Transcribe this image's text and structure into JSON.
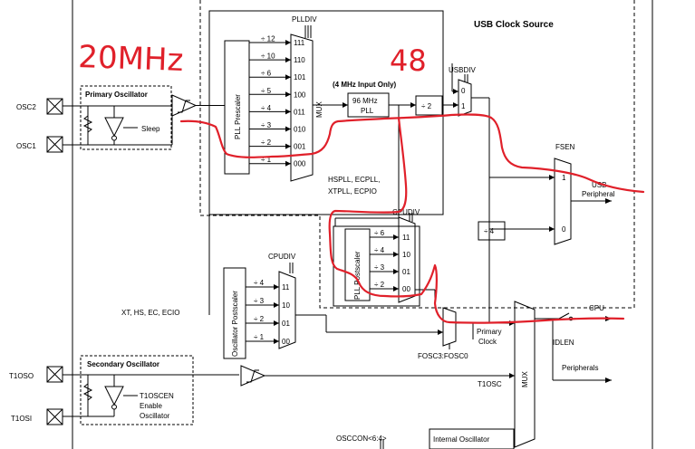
{
  "labels": {
    "usb_clock_source": "USB Clock Source",
    "plldiv": "PLLDIV",
    "primary_oscillator": "Primary Oscillator",
    "sleep": "Sleep",
    "osc2": "OSC2",
    "osc1": "OSC1",
    "pll_prescaler": "PLL Prescaler",
    "mux": "MUX",
    "four_mhz": "(4 MHz Input Only)",
    "pll_96_line1": "96 MHz",
    "pll_96_line2": "PLL",
    "div2": "÷ 2",
    "usbdiv": "USBDIV",
    "usbdiv_0": "0",
    "usbdiv_1": "1",
    "fsen": "FSEN",
    "fsen_1": "1",
    "fsen_0": "0",
    "usb_line1": "USB",
    "usb_line2": "Peripheral",
    "hspll_line1": "HSPLL, ECPLL,",
    "hspll_line2": "XTPLL, ECPIO",
    "cpudiv_top": "CPUDIV",
    "pll_postscaler": "PLL Postscaler",
    "div4": "÷ 4",
    "cpudiv_left": "CPUDIV",
    "osc_postscaler": "Oscillator Postscaler",
    "xt_hs": "XT, HS, EC, ECIO",
    "primary_clock_line1": "Primary",
    "primary_clock_line2": "Clock",
    "fosc": "FOSC3:FOSC0",
    "idlen": "IDLEN",
    "cpu": "CPU",
    "peripherals": "Peripherals",
    "t1osc": "T1OSC",
    "secondary_oscillator": "Secondary Oscillator",
    "t1oso": "T1OSO",
    "t1osi": "T1OSI",
    "t1oscen_line1": "T1OSCEN",
    "t1oscen_line2": "Enable",
    "t1oscen_line3": "Oscillator",
    "osccon": "OSCCON<6:4>",
    "internal_oscillator": "Internal Oscillator"
  },
  "prescaler_divisors": [
    "÷ 12",
    "÷ 10",
    "÷ 6",
    "÷ 5",
    "÷ 4",
    "÷ 3",
    "÷ 2",
    "÷ 1"
  ],
  "plldiv_codes": [
    "111",
    "110",
    "101",
    "100",
    "011",
    "010",
    "001",
    "000"
  ],
  "postscaler_divisors": [
    "÷ 6",
    "÷ 4",
    "÷ 3",
    "÷ 2"
  ],
  "postscaler_codes": [
    "11",
    "10",
    "01",
    "00"
  ],
  "osc_postscaler_divisors": [
    "÷ 4",
    "÷ 3",
    "÷ 2",
    "÷ 1"
  ],
  "osc_postscaler_codes": [
    "11",
    "10",
    "01",
    "00"
  ],
  "annotations": {
    "freq_20": "20MHz",
    "freq_48": "48"
  },
  "colors": {
    "annotation": "#e0202a",
    "lines": "#000000"
  }
}
